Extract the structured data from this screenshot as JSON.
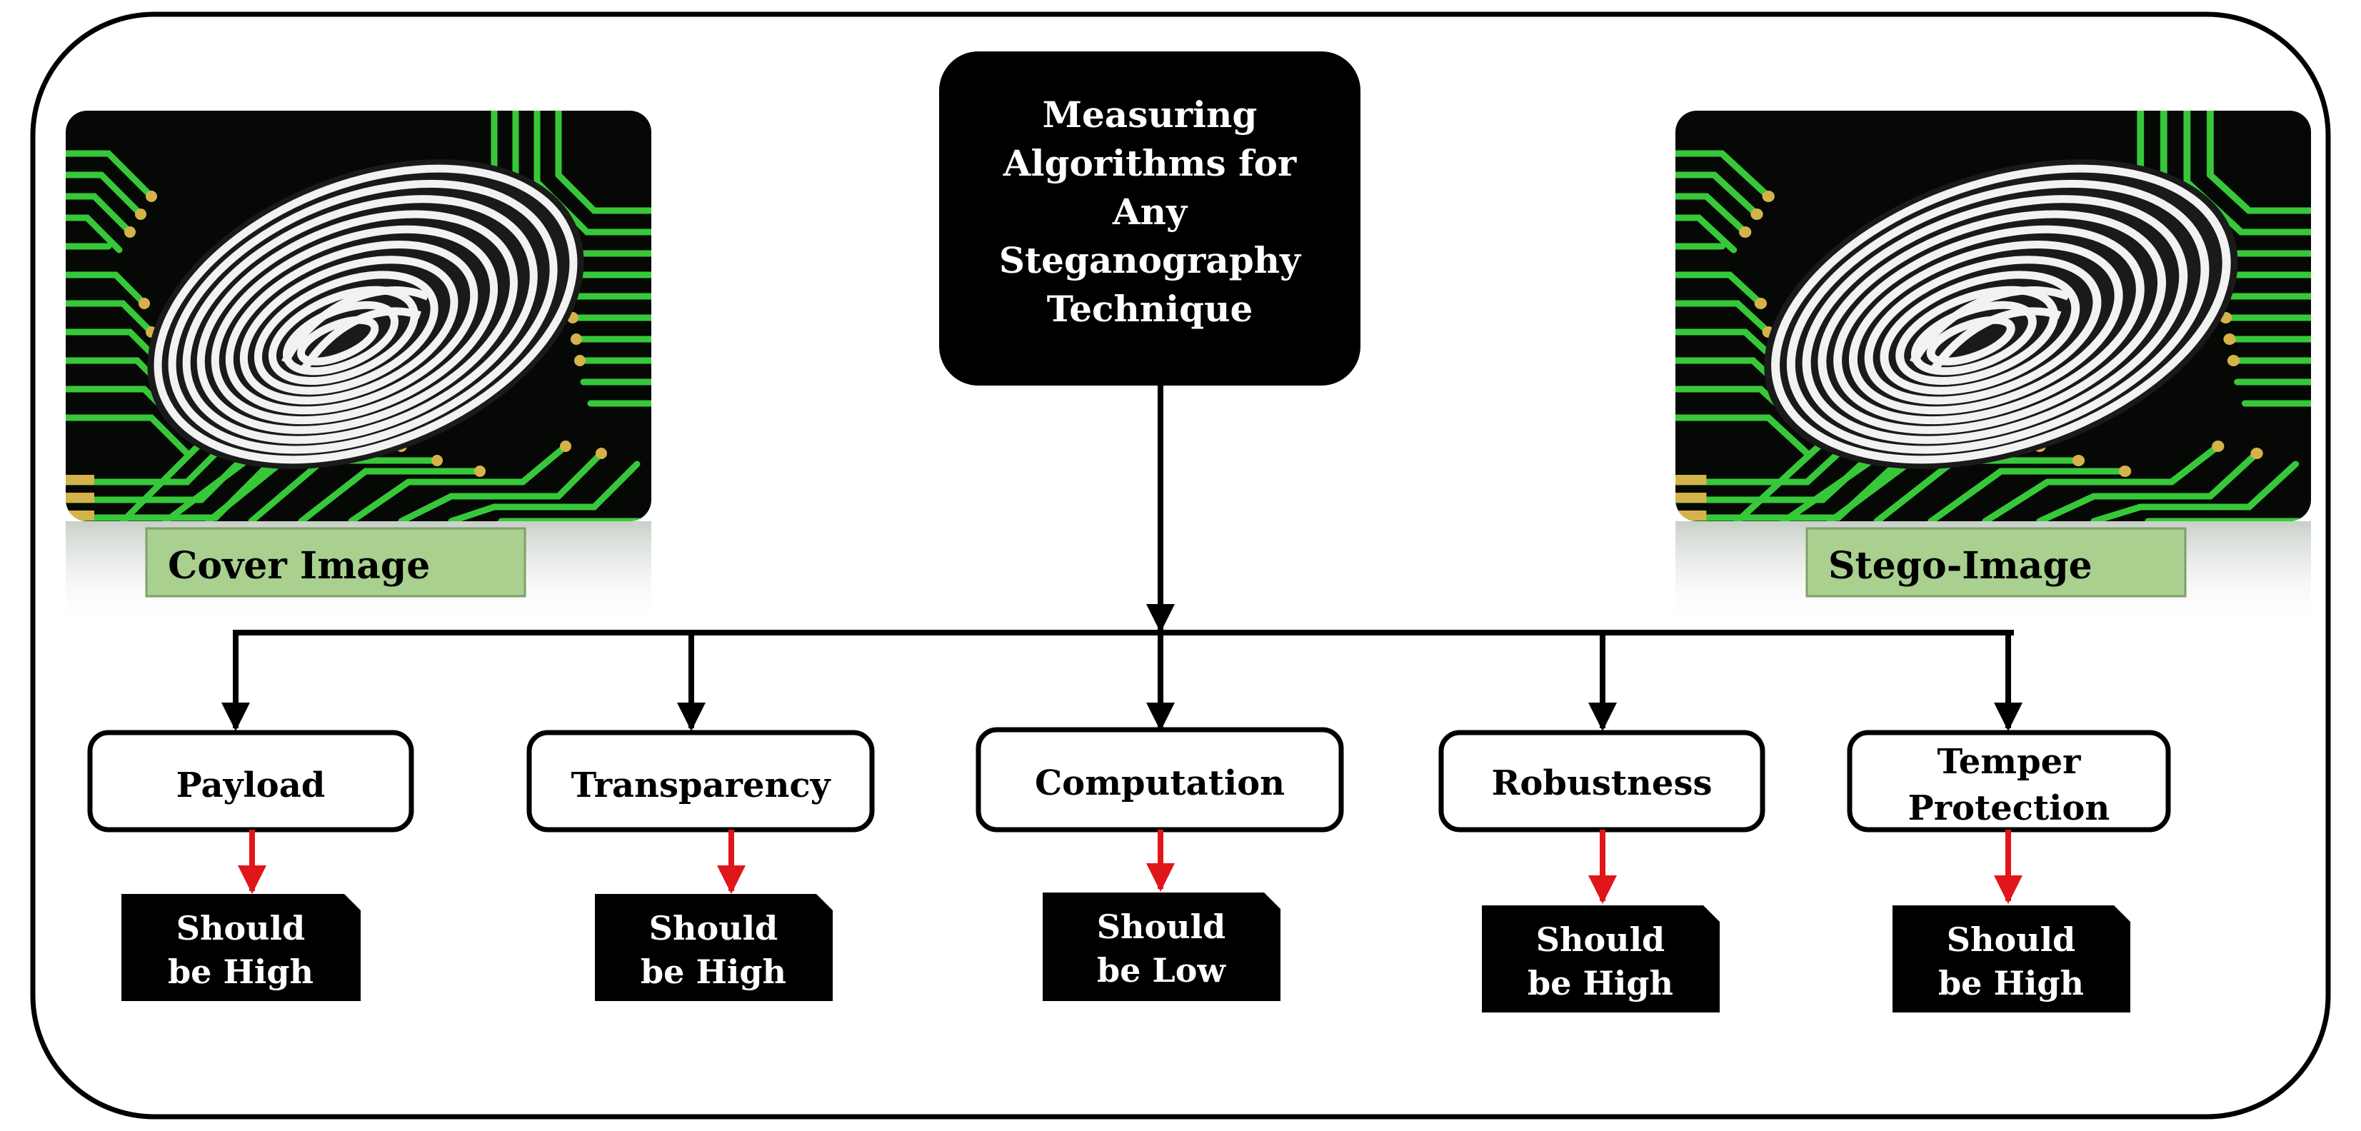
{
  "central_box": {
    "lines": [
      "Measuring",
      "Algorithms for",
      "Any",
      "Steganography",
      "Technique"
    ]
  },
  "images": {
    "cover": {
      "label": "Cover Image",
      "icon": "fingerprint-circuit-image"
    },
    "stego": {
      "label": "Stego-Image",
      "icon": "fingerprint-circuit-image"
    }
  },
  "metrics": [
    {
      "name": [
        "Payload"
      ],
      "requirement": [
        "Should",
        "be High"
      ]
    },
    {
      "name": [
        "Transparency"
      ],
      "requirement": [
        "Should",
        "be High"
      ]
    },
    {
      "name": [
        "Computation"
      ],
      "requirement": [
        "Should",
        "be Low"
      ]
    },
    {
      "name": [
        "Robustness"
      ],
      "requirement": [
        "Should",
        "be High"
      ]
    },
    {
      "name": [
        "Temper",
        "Protection"
      ],
      "requirement": [
        "Should",
        "be High"
      ]
    }
  ],
  "colors": {
    "border": "#000000",
    "central_fill": "#000000",
    "central_text": "#ffffff",
    "label_fill": "#a9d08e",
    "label_border": "#7f9f6a",
    "arrow_black": "#000000",
    "arrow_red": "#e0161a",
    "circuit_green": "#3fd63f",
    "circuit_gold": "#d6b24a",
    "fingerprint": "#f2f2f2"
  }
}
